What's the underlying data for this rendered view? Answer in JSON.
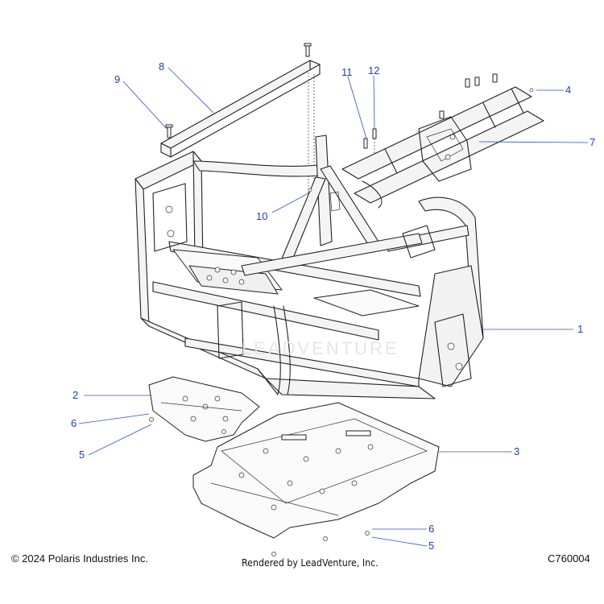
{
  "callouts": [
    "1",
    "2",
    "3",
    "4",
    "5",
    "6",
    "7",
    "8",
    "9",
    "10",
    "11",
    "12",
    "5",
    "6"
  ],
  "footer": {
    "copyright": "© 2024 Polaris Industries Inc.",
    "rendered_by": "Rendered by LeadVenture, Inc.",
    "diagram_id": "C760004"
  },
  "watermark": "LEADVENTURE",
  "colors": {
    "callout": "#1f3fb3",
    "leader": "#2a4fcf",
    "line": "#222222"
  }
}
